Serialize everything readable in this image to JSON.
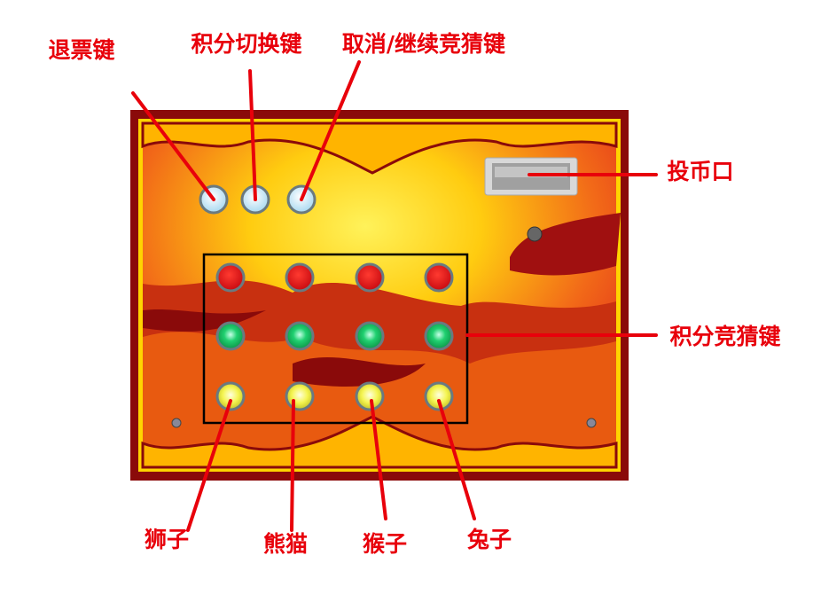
{
  "labels": {
    "refund_key": "退票键",
    "score_switch_key": "积分切换键",
    "cancel_continue_key": "取消/继续竞猜键",
    "coin_slot": "投币口",
    "score_bet_key": "积分竞猜键",
    "lion": "狮子",
    "panda": "熊猫",
    "monkey": "猴子",
    "rabbit": "兔子"
  },
  "colors": {
    "callout": "#e8000b",
    "frame": "#8a0a0a",
    "border_yellow": "#ffd400",
    "button_red": "#e8141c",
    "button_green": "#10c050",
    "button_yellow": "#f0f040",
    "button_white": "#e8f6ff"
  }
}
